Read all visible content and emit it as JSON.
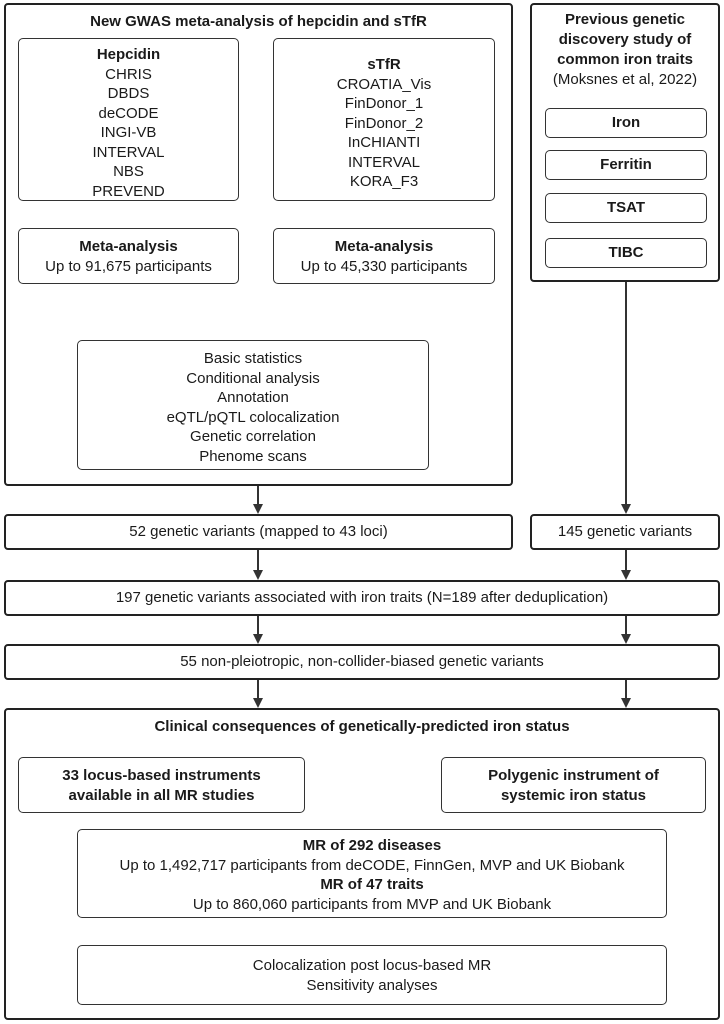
{
  "gwas": {
    "title": "New GWAS meta-analysis of hepcidin and sTfR",
    "hepcidin": {
      "title": "Hepcidin",
      "cohorts": [
        "CHRIS",
        "DBDS",
        "deCODE",
        "INGI-VB",
        "INTERVAL",
        "NBS",
        "PREVEND"
      ]
    },
    "stfr": {
      "title": "sTfR",
      "cohorts": [
        "CROATIA_Vis",
        "FinDonor_1",
        "FinDonor_2",
        "InCHIANTI",
        "INTERVAL",
        "KORA_F3"
      ]
    },
    "meta_hepcidin": {
      "title": "Meta-analysis",
      "text": "Up to 91,675 participants"
    },
    "meta_stfr": {
      "title": "Meta-analysis",
      "text": "Up to 45,330 participants"
    },
    "analyses": [
      "Basic statistics",
      "Conditional analysis",
      "Annotation",
      "eQTL/pQTL colocalization",
      "Genetic correlation",
      "Phenome scans"
    ]
  },
  "previous": {
    "title_lines": [
      "Previous genetic",
      "discovery study of",
      "common iron traits"
    ],
    "citation": "(Moksnes et al, 2022)",
    "traits": [
      "Iron",
      "Ferritin",
      "TSAT",
      "TIBC"
    ]
  },
  "variants_new": "52 genetic variants (mapped to 43 loci)",
  "variants_prev": "145 genetic variants",
  "variants_total": "197 genetic variants associated with iron traits (N=189 after deduplication)",
  "variants_filtered": "55 non-pleiotropic, non-collider-biased genetic variants",
  "clinical": {
    "title": "Clinical consequences of genetically-predicted iron status",
    "locus_lines": [
      "33 locus-based instruments",
      "available in all MR studies"
    ],
    "polygenic_lines": [
      "Polygenic instrument of",
      "systemic iron status"
    ],
    "mr": {
      "diseases_title": "MR of 292 diseases",
      "diseases_text": "Up to 1,492,717 participants from deCODE, FinnGen, MVP and UK Biobank",
      "traits_title": "MR of 47 traits",
      "traits_text": "Up to 860,060 participants from MVP and UK Biobank"
    },
    "followup": [
      "Colocalization post locus-based MR",
      "Sensitivity analyses"
    ]
  }
}
